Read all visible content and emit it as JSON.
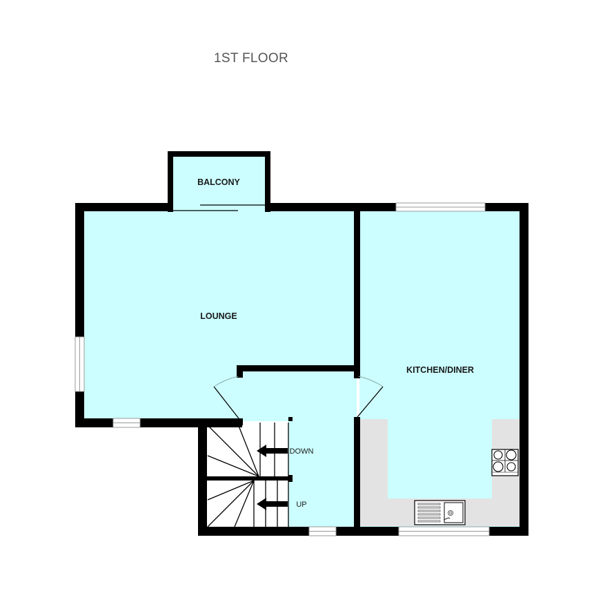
{
  "floor": {
    "title": "1ST FLOOR"
  },
  "rooms": [
    {
      "id": "balcony",
      "label": "BALCONY"
    },
    {
      "id": "lounge",
      "label": "LOUNGE"
    },
    {
      "id": "kitchen",
      "label": "KITCHEN/DINER"
    }
  ],
  "stairs": {
    "down_label": "DOWN",
    "up_label": "UP"
  },
  "fixtures": [
    {
      "id": "hob",
      "icon": "hob-icon"
    },
    {
      "id": "sink",
      "icon": "sink-icon"
    }
  ],
  "colors": {
    "room_fill": "#ccfeff",
    "wall": "#000000",
    "worktop": "#e3e3e3",
    "window_line": "#999999",
    "title_text": "#555555"
  }
}
